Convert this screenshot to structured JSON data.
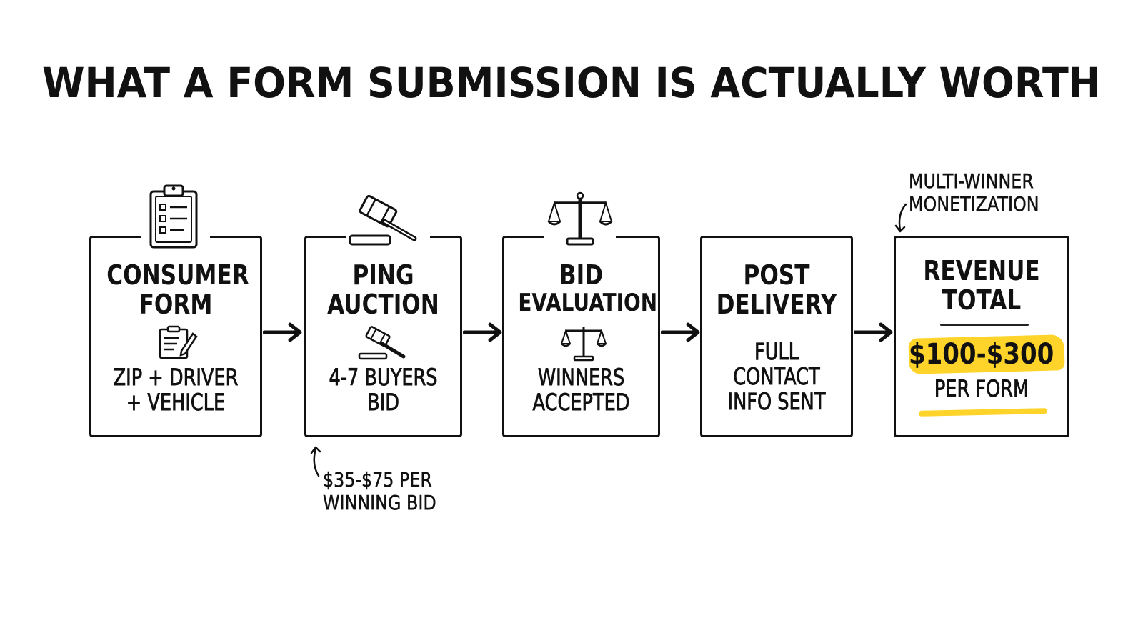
{
  "title": "WHAT A FORM SUBMISSION IS ACTUALLY WORTH",
  "colors": {
    "ink": "#111111",
    "highlight": "#FFD42A",
    "background": "#ffffff"
  },
  "steps": [
    {
      "head_lines": [
        "CONSUMER",
        "FORM"
      ],
      "sub_lines": [
        "ZIP + DRIVER",
        "+ VEHICLE"
      ],
      "icon": "clipboard-checklist-icon"
    },
    {
      "head_lines": [
        "PING",
        "AUCTION"
      ],
      "sub_lines": [
        "4-7 BUYERS",
        "BID"
      ],
      "icon": "gavel-icon"
    },
    {
      "head_lines": [
        "BID",
        "EVALUATION"
      ],
      "sub_lines": [
        "WINNERS",
        "ACCEPTED"
      ],
      "icon": "scales-icon"
    },
    {
      "head_lines": [
        "POST",
        "DELIVERY"
      ],
      "sub_lines": [
        "FULL",
        "CONTACT",
        "INFO SENT"
      ],
      "icon": "none"
    },
    {
      "head_lines": [
        "REVENUE",
        "TOTAL"
      ],
      "amount": "$100-$300",
      "sub_lines": [
        "PER FORM"
      ],
      "icon": "none"
    }
  ],
  "annotations": {
    "winning_bid": [
      "$35-$75 PER",
      "WINNING BID"
    ],
    "multi_winner": [
      "MULTI-WINNER",
      "MONETIZATION"
    ]
  }
}
